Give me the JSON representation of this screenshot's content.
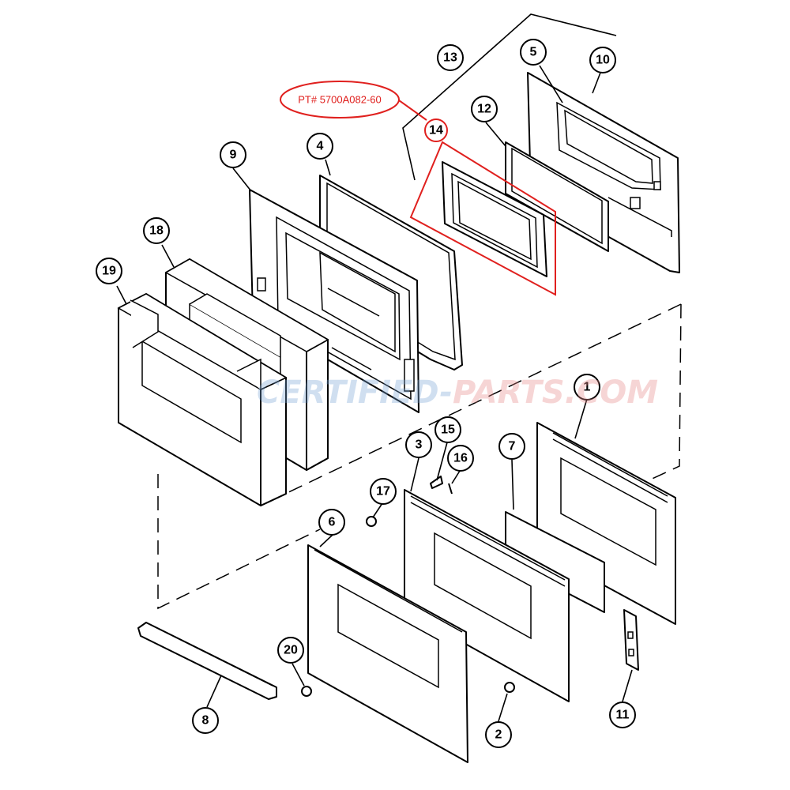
{
  "colors": {
    "highlight": "#e0201e",
    "watermark_a": "#7aa6d6",
    "watermark_b": "#e88a8a",
    "line": "#000000"
  },
  "highlight": {
    "part_label": "PT# 5700A082-60",
    "callout": "14"
  },
  "watermark": {
    "part_a": "CERTIFIED-",
    "part_b": "PARTS.COM"
  },
  "callouts": [
    "1",
    "2",
    "3",
    "4",
    "5",
    "6",
    "7",
    "8",
    "9",
    "10",
    "11",
    "12",
    "13",
    "15",
    "16",
    "17",
    "18",
    "19",
    "20"
  ]
}
